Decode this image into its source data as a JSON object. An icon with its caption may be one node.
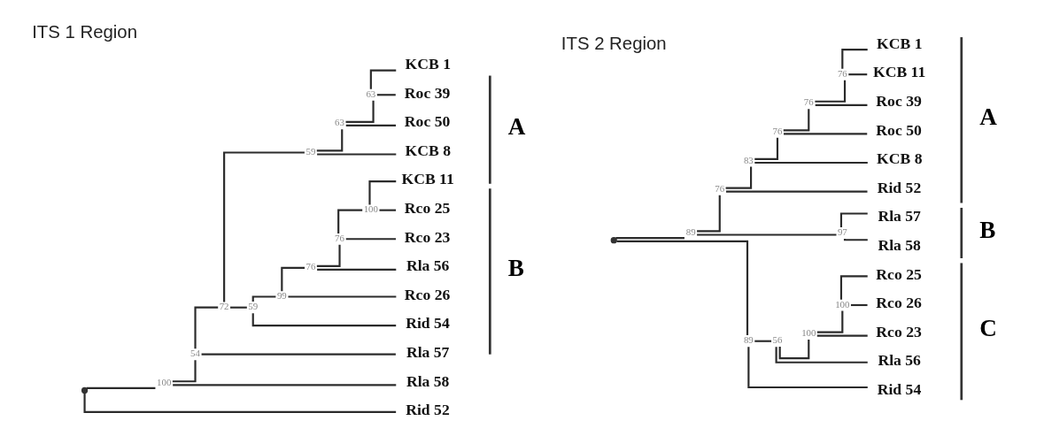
{
  "diagram": {
    "nodes": [
      {
        "text": [
          "KCB 1"
        ]
      },
      {
        "text": [
          "Roc 39"
        ]
      },
      {
        "text": [
          "Roc 50"
        ]
      },
      {
        "text": [
          "KCB 8"
        ]
      },
      {
        "text": [
          "KCB 11"
        ]
      },
      {
        "text": [
          "Rco 25"
        ]
      },
      {
        "text": [
          "Rco 23"
        ]
      },
      {
        "text": [
          "Rla 56"
        ]
      },
      {
        "text": [
          "Rco 26"
        ]
      },
      {
        "text": [
          "Rid 54"
        ]
      },
      {
        "text": [
          "Rla 57"
        ]
      },
      {
        "text": [
          "Rla 58"
        ]
      },
      {
        "text": [
          "Rid 52"
        ]
      },
      {
        "text": [
          "63"
        ]
      },
      {
        "text": [
          "63"
        ]
      },
      {
        "text": [
          "59"
        ]
      },
      {
        "text": [
          "100"
        ]
      },
      {
        "text": [
          "72"
        ]
      },
      {
        "text": [
          "76"
        ]
      },
      {
        "text": [
          "76"
        ]
      },
      {
        "text": [
          "99"
        ]
      },
      {
        "text": [
          "54"
        ]
      },
      {
        "text": [
          "59"
        ]
      },
      {
        "text": [
          "100"
        ]
      },
      {
        "text": [],
        "shape": "point"
      },
      {
        "text": [
          "KCB 1"
        ]
      },
      {
        "text": [
          "KCB 11"
        ]
      },
      {
        "text": [
          "Roc 39"
        ]
      },
      {
        "text": [
          "Roc 50"
        ]
      },
      {
        "text": [
          "KCB 8"
        ]
      },
      {
        "text": [
          "Rid 52"
        ]
      },
      {
        "text": [
          "Rla 57"
        ]
      },
      {
        "text": [
          "Rla 58"
        ]
      },
      {
        "text": [
          "Rco 25"
        ]
      },
      {
        "text": [
          "Rco 26"
        ]
      },
      {
        "text": [
          "Rco 23"
        ]
      },
      {
        "text": [
          "Rla 56"
        ]
      },
      {
        "text": [
          "Rid 54"
        ]
      },
      {
        "text": [
          "76"
        ]
      },
      {
        "text": [
          "76"
        ]
      },
      {
        "text": [
          "76"
        ]
      },
      {
        "text": [
          "83"
        ]
      },
      {
        "text": [
          "76"
        ]
      },
      {
        "text": [
          "89"
        ]
      },
      {
        "text": [
          "97"
        ]
      },
      {
        "text": [
          "100"
        ]
      },
      {
        "text": [
          "100"
        ]
      },
      {
        "text": [
          "56"
        ]
      },
      {
        "text": [
          "89"
        ]
      },
      {
        "text": [],
        "shape": "point"
      }
    ],
    "edges": [
      {
        "from": 24,
        "to": 23,
        "arrow": "none"
      },
      {
        "from": 24,
        "to": 12,
        "arrow": "none"
      },
      {
        "from": 23,
        "to": 21,
        "arrow": "none"
      },
      {
        "from": 23,
        "to": 11,
        "arrow": "none"
      },
      {
        "from": 21,
        "to": 17,
        "arrow": "none"
      },
      {
        "from": 21,
        "to": 10,
        "arrow": "none"
      },
      {
        "from": 17,
        "to": 15,
        "arrow": "none"
      },
      {
        "from": 17,
        "to": 22,
        "arrow": "none"
      },
      {
        "from": 15,
        "to": 14,
        "arrow": "none"
      },
      {
        "from": 15,
        "to": 3,
        "arrow": "none"
      },
      {
        "from": 14,
        "to": 13,
        "arrow": "none"
      },
      {
        "from": 14,
        "to": 2,
        "arrow": "none"
      },
      {
        "from": 13,
        "to": 0,
        "arrow": "none"
      },
      {
        "from": 13,
        "to": 1,
        "arrow": "none"
      },
      {
        "from": 22,
        "to": 20,
        "arrow": "none"
      },
      {
        "from": 22,
        "to": 9,
        "arrow": "none"
      },
      {
        "from": 20,
        "to": 19,
        "arrow": "none"
      },
      {
        "from": 20,
        "to": 8,
        "arrow": "none"
      },
      {
        "from": 19,
        "to": 18,
        "arrow": "none"
      },
      {
        "from": 19,
        "to": 7,
        "arrow": "none"
      },
      {
        "from": 18,
        "to": 16,
        "arrow": "none"
      },
      {
        "from": 18,
        "to": 6,
        "arrow": "none"
      },
      {
        "from": 16,
        "to": 4,
        "arrow": "none"
      },
      {
        "from": 16,
        "to": 5,
        "arrow": "none"
      },
      {
        "from": 49,
        "to": 43,
        "arrow": "none"
      },
      {
        "from": 49,
        "to": 48,
        "arrow": "none"
      },
      {
        "from": 43,
        "to": 42,
        "arrow": "none"
      },
      {
        "from": 43,
        "to": 44,
        "arrow": "none"
      },
      {
        "from": 42,
        "to": 41,
        "arrow": "none"
      },
      {
        "from": 42,
        "to": 30,
        "arrow": "none"
      },
      {
        "from": 41,
        "to": 40,
        "arrow": "none"
      },
      {
        "from": 41,
        "to": 29,
        "arrow": "none"
      },
      {
        "from": 40,
        "to": 39,
        "arrow": "none"
      },
      {
        "from": 40,
        "to": 28,
        "arrow": "none"
      },
      {
        "from": 39,
        "to": 38,
        "arrow": "none"
      },
      {
        "from": 39,
        "to": 27,
        "arrow": "none"
      },
      {
        "from": 38,
        "to": 25,
        "arrow": "none"
      },
      {
        "from": 38,
        "to": 26,
        "arrow": "none"
      },
      {
        "from": 44,
        "to": 31,
        "arrow": "none"
      },
      {
        "from": 44,
        "to": 32,
        "arrow": "none"
      },
      {
        "from": 48,
        "to": 47,
        "arrow": "none"
      },
      {
        "from": 48,
        "to": 37,
        "arrow": "none"
      },
      {
        "from": 47,
        "to": 46,
        "arrow": "none"
      },
      {
        "from": 47,
        "to": 36,
        "arrow": "none"
      },
      {
        "from": 46,
        "to": 45,
        "arrow": "none"
      },
      {
        "from": 46,
        "to": 35,
        "arrow": "none"
      },
      {
        "from": 45,
        "to": 33,
        "arrow": "none"
      },
      {
        "from": 45,
        "to": 34,
        "arrow": "none"
      }
    ],
    "labels": [
      "ITS 1 Region",
      "A",
      "B",
      "ITS 2 Region",
      "A",
      "B",
      "C"
    ]
  }
}
